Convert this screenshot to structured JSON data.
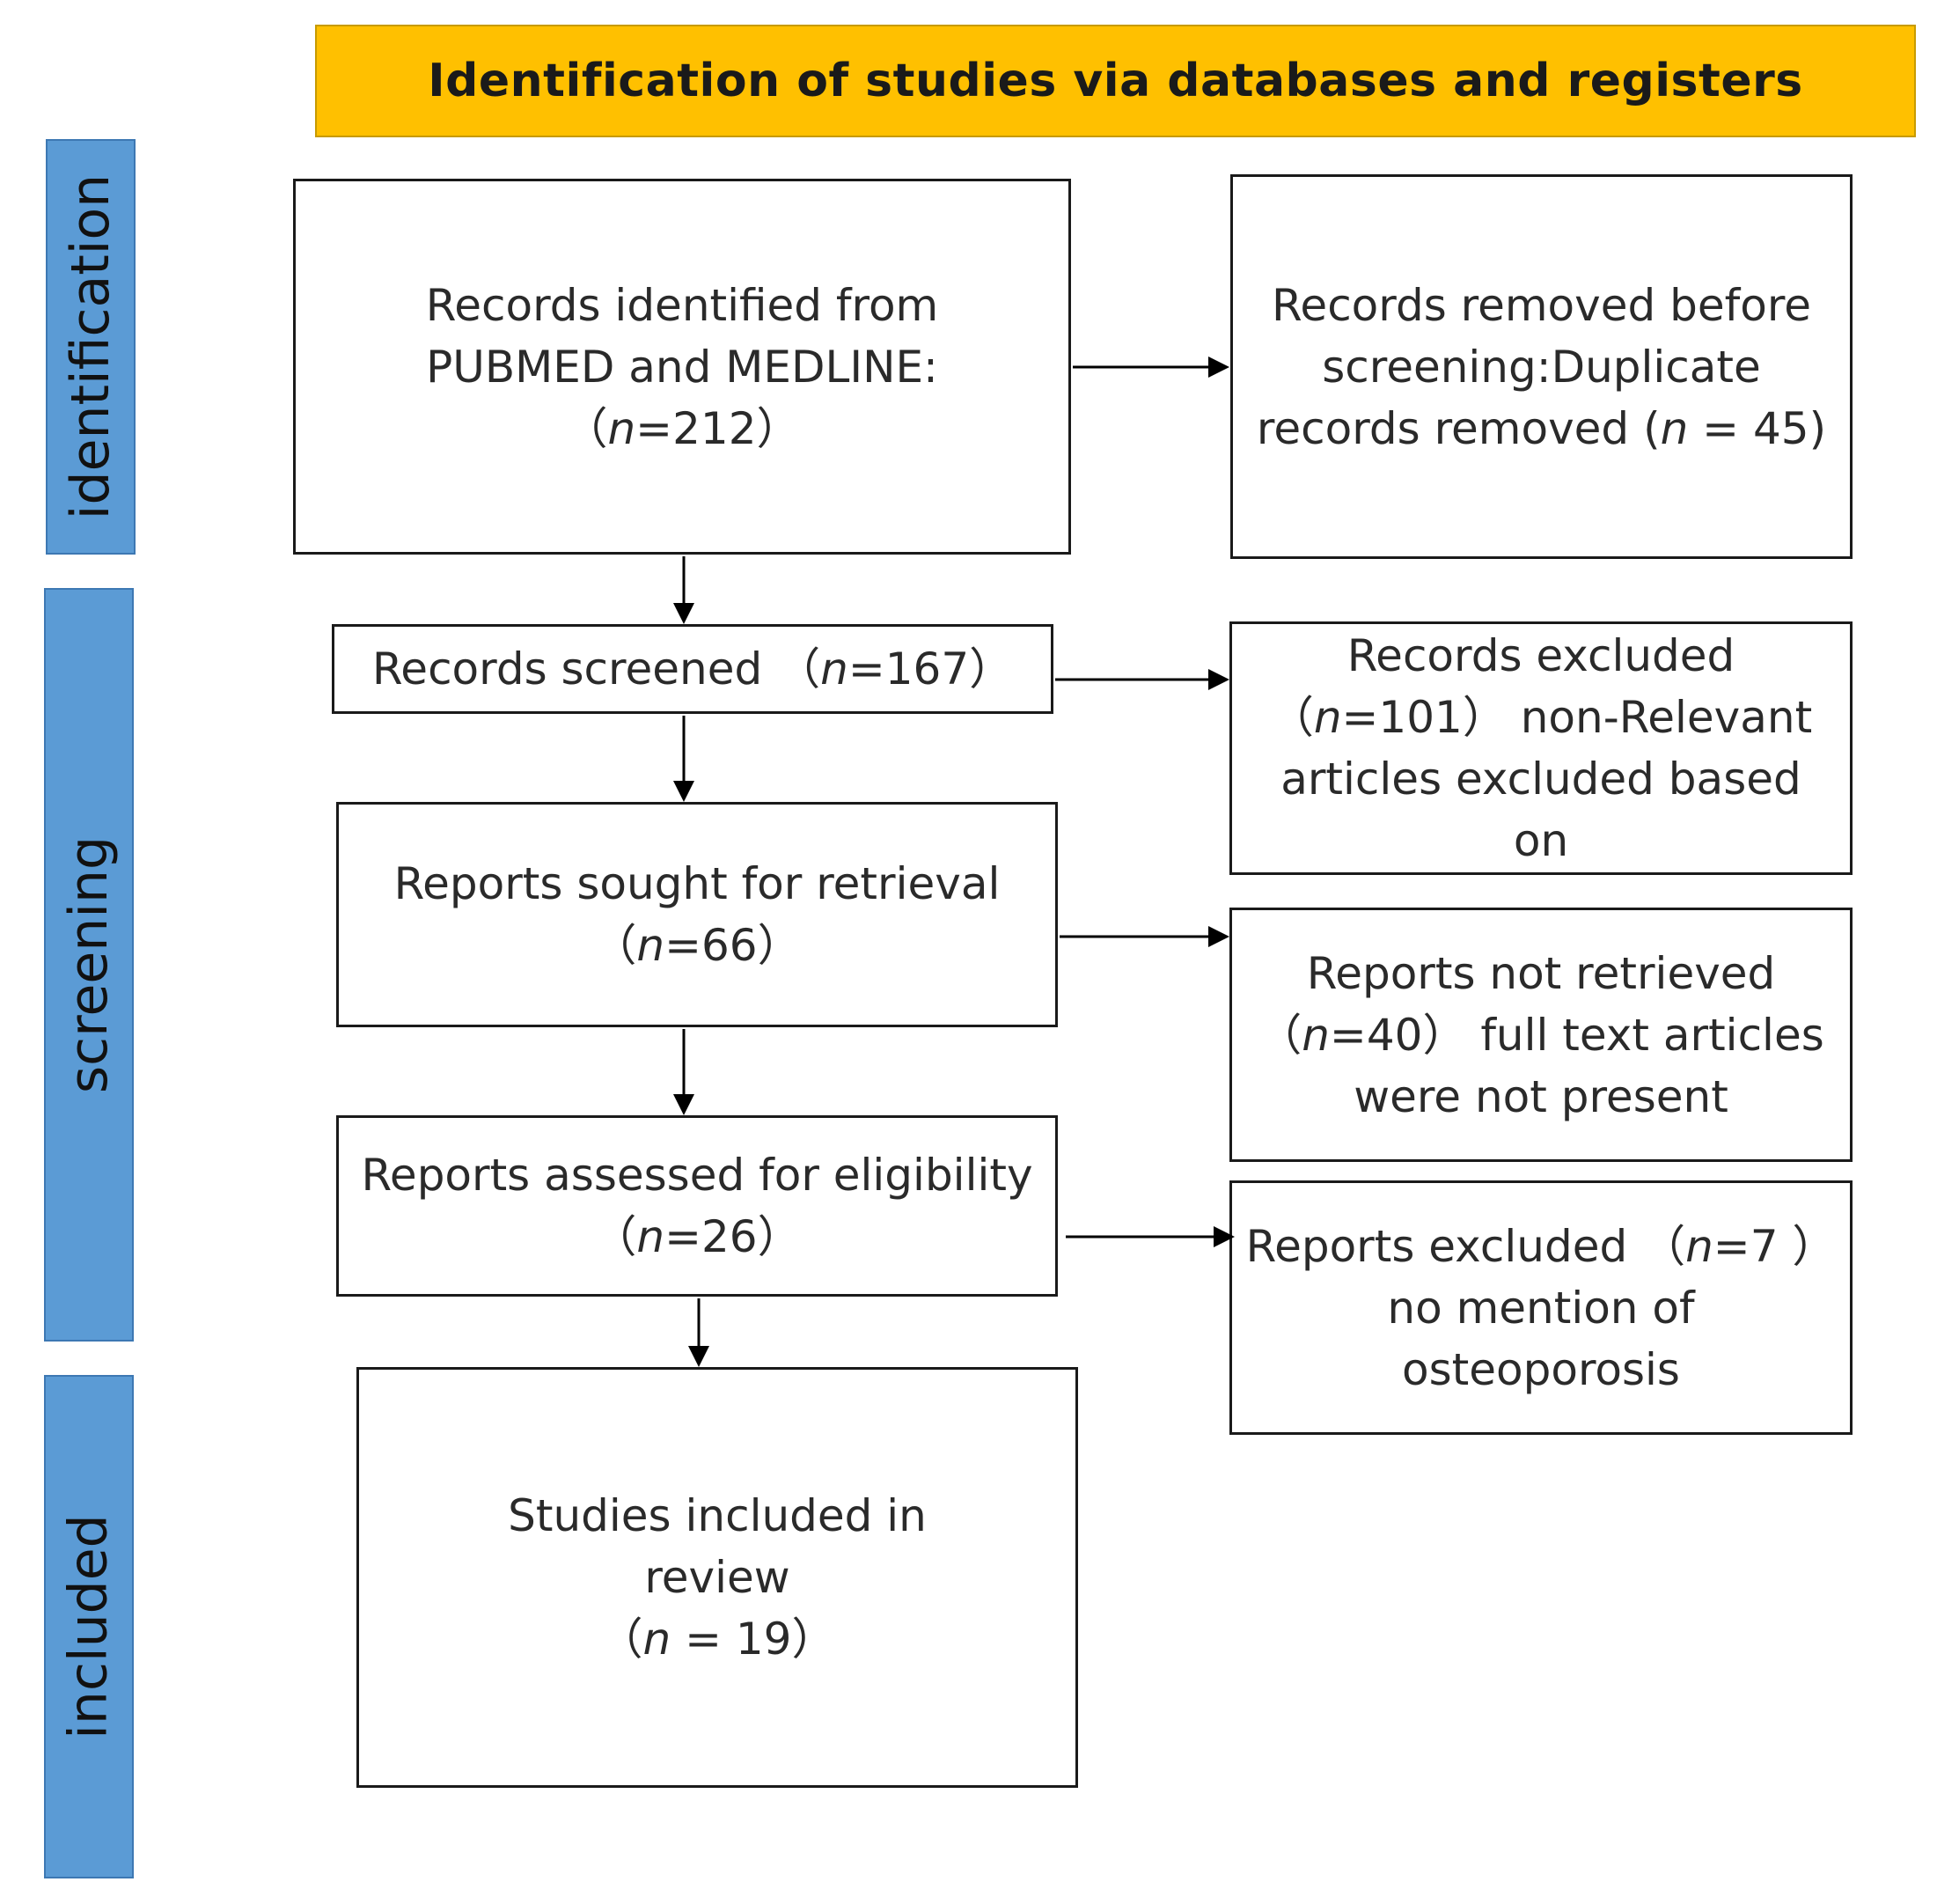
{
  "colors": {
    "header_fill": "#ffc000",
    "phase_fill": "#5b9bd5",
    "box_border": "#1a1a1a",
    "arrow": "#000000"
  },
  "header": {
    "title": "Identification of studies via databases and registers"
  },
  "phases": {
    "identification": "identification",
    "screening": "screening",
    "included": "included"
  },
  "boxes": {
    "identified": {
      "line1": "Records identified from",
      "line2": "PUBMED and MEDLINE:",
      "n_open": "（",
      "n_var": "n",
      "n_rest": "=212）"
    },
    "removed": {
      "line1": "Records removed before",
      "line2": "screening:Duplicate",
      "line3_pre": "records removed (",
      "n_var": "n",
      "line3_post": " = 45)"
    },
    "screened": {
      "pre": "Records screened （",
      "n_var": "n",
      "post": "=167）"
    },
    "excluded": {
      "line1": "Records excluded",
      "n_open": "（",
      "n_var": "n",
      "n_rest": "=101） non-Relevant",
      "line3": "articles excluded based",
      "line4": "on"
    },
    "sought": {
      "line1": "Reports sought for retrieval",
      "n_open": "（",
      "n_var": "n",
      "n_rest": "=66）"
    },
    "not_retrieved": {
      "line1": "Reports not retrieved",
      "n_open": "（",
      "n_var": "n",
      "n_rest": "=40） full text articles",
      "line3": "were not present"
    },
    "assessed": {
      "line1": "Reports assessed for eligibility",
      "n_open": "（",
      "n_var": "n",
      "n_rest": "=26）"
    },
    "reports_excluded": {
      "pre": "Reports excluded （",
      "n_var": "n",
      "post": "=7 ）",
      "line2": "no mention of",
      "line3": "osteoporosis"
    },
    "included": {
      "line1": "Studies included in",
      "line2": "review",
      "n_open": "（",
      "n_var": "n",
      "n_rest": " = 19）"
    }
  }
}
